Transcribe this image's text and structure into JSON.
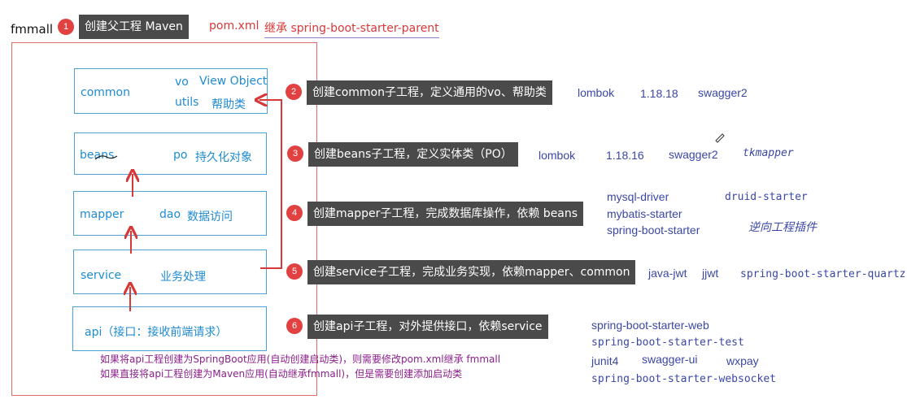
{
  "title": "fmmall",
  "header": {
    "step_num": "1",
    "step_label": "创建父工程  Maven",
    "pom": "pom.xml",
    "inherit": "继承 spring-boot-starter-parent"
  },
  "modules": {
    "common": {
      "name": "common",
      "vo": "vo",
      "vo_desc": "View Object",
      "utils": "utils",
      "utils_desc": "帮助类"
    },
    "beans": {
      "name": "beans",
      "po": "po",
      "po_desc": "持久化对象"
    },
    "mapper": {
      "name": "mapper",
      "dao": "dao",
      "dao_desc": "数据访问"
    },
    "service": {
      "name": "service",
      "desc": "业务处理"
    },
    "api": {
      "name": "api（接口：接收前端请求）"
    }
  },
  "steps": [
    {
      "num": "2",
      "label": "创建common子工程，定义通用的vo、帮助类"
    },
    {
      "num": "3",
      "label": "创建beans子工程，定义实体类（PO）"
    },
    {
      "num": "4",
      "label": "创建mapper子工程，完成数据库操作，依赖 beans"
    },
    {
      "num": "5",
      "label": "创建service子工程，完成业务实现，依赖mapper、common"
    },
    {
      "num": "6",
      "label": "创建api子工程，对外提供接口，依赖service"
    }
  ],
  "deps": {
    "common": [
      "lombok",
      "1.18.18",
      "swagger2"
    ],
    "beans": [
      "lombok",
      "1.18.16",
      "swagger2",
      "tkmapper"
    ],
    "mapper": [
      "mysql-driver",
      "druid-starter",
      "mybatis-starter",
      "spring-boot-starter",
      "逆向工程插件"
    ],
    "service": [
      "java-jwt",
      "jjwt",
      "spring-boot-starter-quartz"
    ],
    "api": [
      "spring-boot-starter-web",
      "spring-boot-starter-test",
      "junit4",
      "swagger-ui",
      "wxpay",
      "spring-boot-starter-websocket"
    ]
  },
  "notes": [
    "如果将api工程创建为SpringBoot应用(自动创建启动类)，则需要修改pom.xml继承 fmmall",
    "如果直接将api工程创建为Maven应用(自动继承fmmall)，但是需要创建添加启动类"
  ],
  "colors": {
    "badge": "#e24141",
    "label_bg": "#4a4a4a",
    "module": "#1f8bd1",
    "dep": "#3a47a6",
    "note": "#8b1f8b",
    "arrow": "#d93838"
  }
}
